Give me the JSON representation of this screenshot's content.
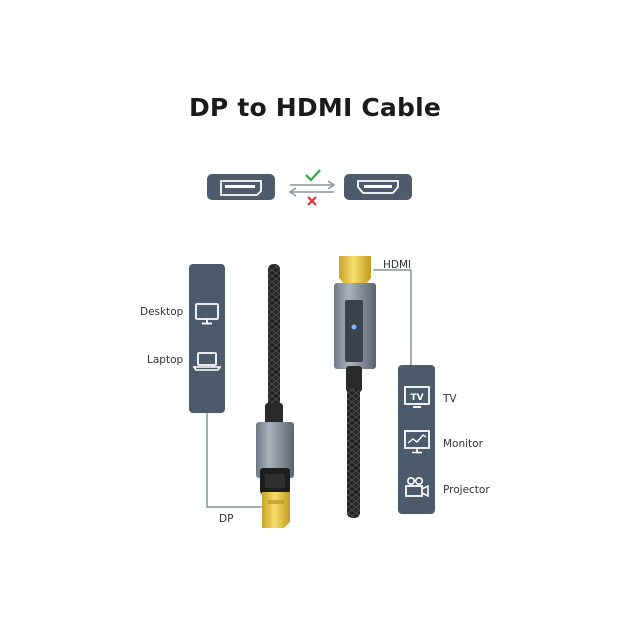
{
  "title": "DP to HDMI Cable",
  "direction": {
    "forward_ok_icon": "check-icon",
    "reverse_bad_icon": "cross-icon",
    "colors": {
      "check": "#2ea84a",
      "cross": "#e03030"
    }
  },
  "sources": {
    "items": [
      {
        "label": "Desktop",
        "icon": "desktop-icon"
      },
      {
        "label": "Laptop",
        "icon": "laptop-icon"
      }
    ]
  },
  "displays": {
    "items": [
      {
        "label": "TV",
        "icon": "tv-icon"
      },
      {
        "label": "Monitor",
        "icon": "monitor-icon"
      },
      {
        "label": "Projector",
        "icon": "projector-icon"
      }
    ]
  },
  "connectors": {
    "dp_label": "DP",
    "hdmi_label": "HDMI"
  },
  "colors": {
    "panel": "#4b5b6b",
    "gold": "#e8c74a",
    "cable": "#222222"
  }
}
